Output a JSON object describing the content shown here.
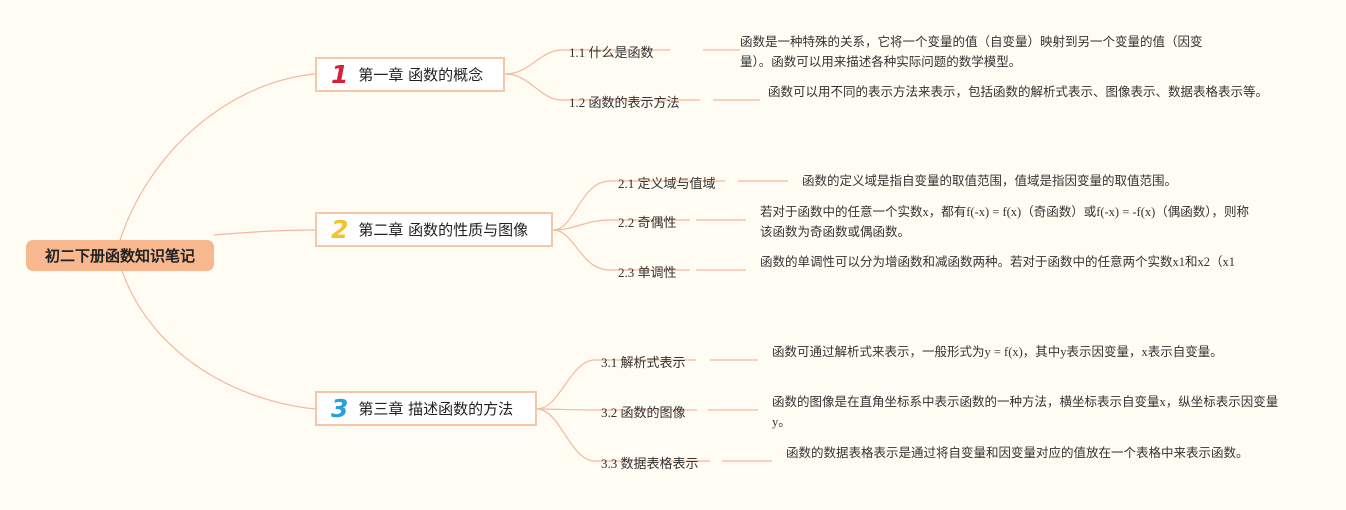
{
  "root": {
    "title": "初二下册函数知识笔记"
  },
  "colors": {
    "line": "#f6b89b",
    "root_bg": "#f7b78f",
    "num1": "#d3223a",
    "num2": "#f2c230",
    "num3": "#2b9fd9"
  },
  "chapters": [
    {
      "num": "1",
      "title": "第一章 函数的概念",
      "topics": [
        {
          "label": "1.1 什么是函数",
          "desc": "函数是一种特殊的关系，它将一个变量的值（自变量）映射到另一个变量的值（因变量）。函数可以用来描述各种实际问题的数学模型。"
        },
        {
          "label": "1.2 函数的表示方法",
          "desc": "函数可以用不同的表示方法来表示，包括函数的解析式表示、图像表示、数据表格表示等。"
        }
      ]
    },
    {
      "num": "2",
      "title": "第二章 函数的性质与图像",
      "topics": [
        {
          "label": "2.1 定义域与值域",
          "desc": "函数的定义域是指自变量的取值范围，值域是指因变量的取值范围。"
        },
        {
          "label": "2.2 奇偶性",
          "desc": "若对于函数中的任意一个实数x，都有f(-x) = f(x)（奇函数）或f(-x) = -f(x)（偶函数），则称该函数为奇函数或偶函数。"
        },
        {
          "label": "2.3 单调性",
          "desc": "函数的单调性可以分为增函数和减函数两种。若对于函数中的任意两个实数x1和x2（x1"
        }
      ]
    },
    {
      "num": "3",
      "title": "第三章 描述函数的方法",
      "topics": [
        {
          "label": "3.1 解析式表示",
          "desc": "函数可通过解析式来表示，一般形式为y = f(x)，其中y表示因变量，x表示自变量。"
        },
        {
          "label": "3.2 函数的图像",
          "desc": "函数的图像是在直角坐标系中表示函数的一种方法，横坐标表示自变量x，纵坐标表示因变量y。"
        },
        {
          "label": "3.3 数据表格表示",
          "desc": "函数的数据表格表示是通过将自变量和因变量对应的值放在一个表格中来表示函数。"
        }
      ]
    }
  ]
}
